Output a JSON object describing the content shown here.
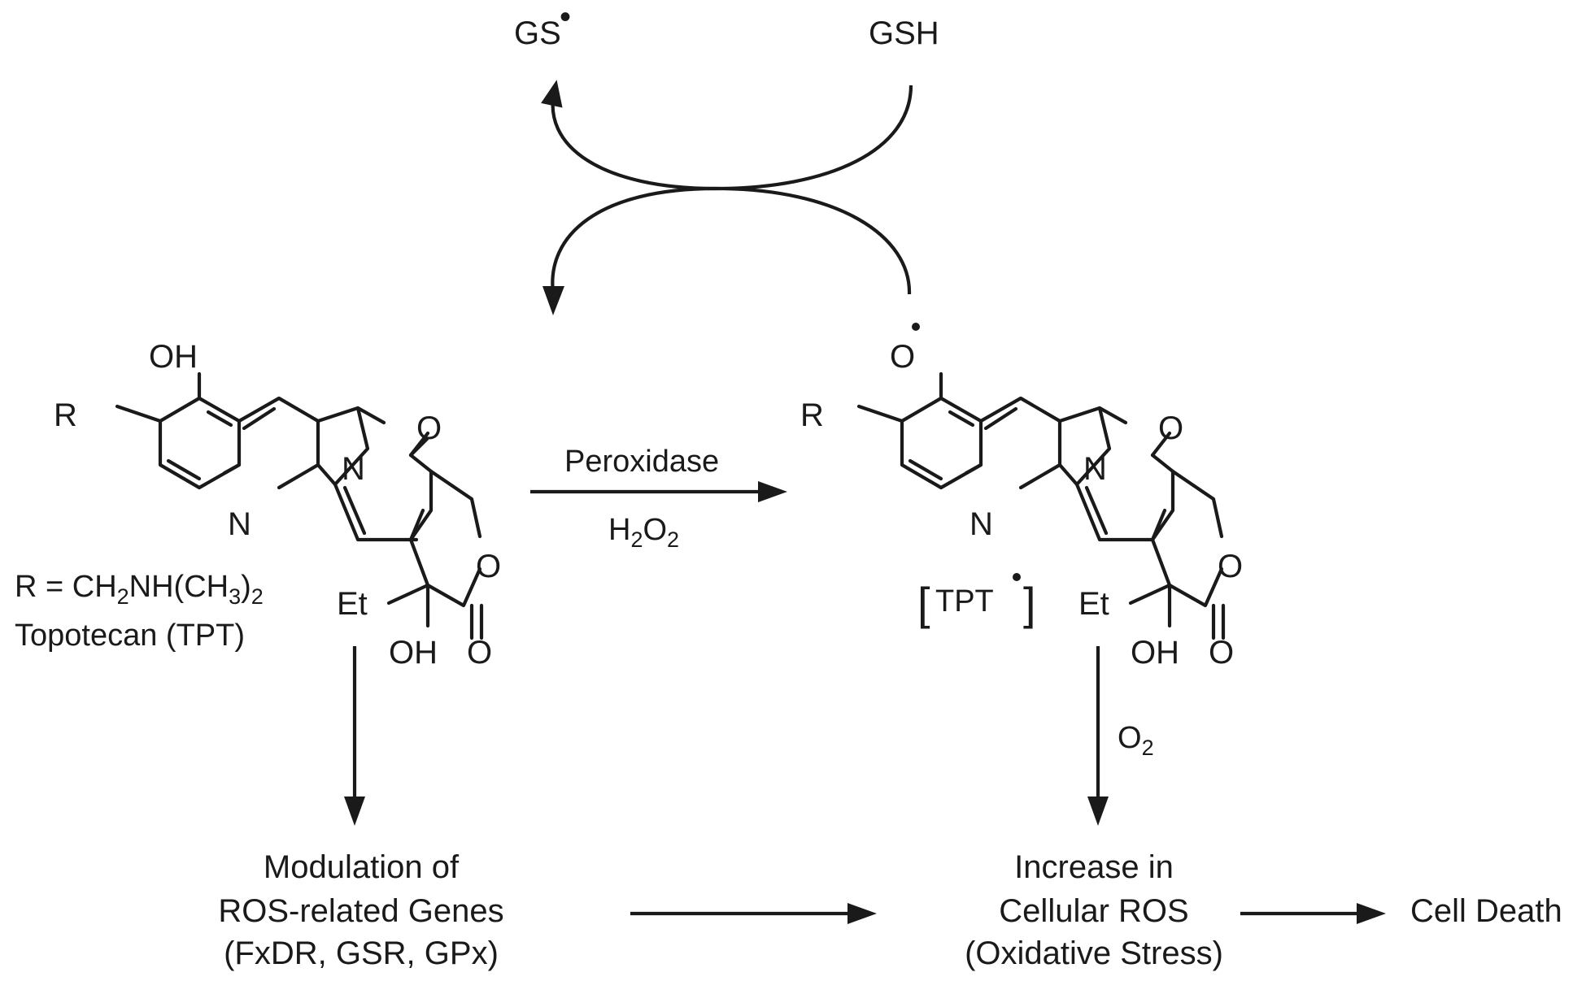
{
  "cycle": {
    "gs_radical": "GS",
    "radical_dot": "•",
    "gsh": "GSH"
  },
  "reaction": {
    "enzyme": "Peroxidase",
    "reagent_h": "H",
    "reagent_sub2a": "2",
    "reagent_o": "O",
    "reagent_sub2b": "2"
  },
  "topotecan": {
    "oh_top": "OH",
    "r": "R",
    "n_ring": "N",
    "n_quin": "N",
    "o_ketone": "O",
    "o_ring": "O",
    "o_lactone": "O",
    "et": "Et",
    "oh_bottom": "OH",
    "r_def_prefix": "R = CH",
    "r_def_sub2": "2",
    "r_def_mid": "NH(CH",
    "r_def_sub3": "3",
    "r_def_close": ")",
    "r_def_sub2b": "2",
    "name": "Topotecan (TPT)"
  },
  "radical": {
    "o_radical": "O",
    "r": "R",
    "n_ring": "N",
    "n_quin": "N",
    "o_ketone": "O",
    "o_ring": "O",
    "o_lactone": "O",
    "et": "Et",
    "oh_bottom": "OH",
    "bracket_open": "[",
    "name": "TPT",
    "bracket_close": "]"
  },
  "o2": {
    "o": "O",
    "sub": "2"
  },
  "outcomes": {
    "genes_line1": "Modulation of",
    "genes_line2": "ROS-related Genes",
    "genes_line3": "(FxDR, GSR, GPx)",
    "ros_line1": "Increase in",
    "ros_line2": "Cellular ROS",
    "ros_line3": "(Oxidative Stress)",
    "death": "Cell Death"
  }
}
